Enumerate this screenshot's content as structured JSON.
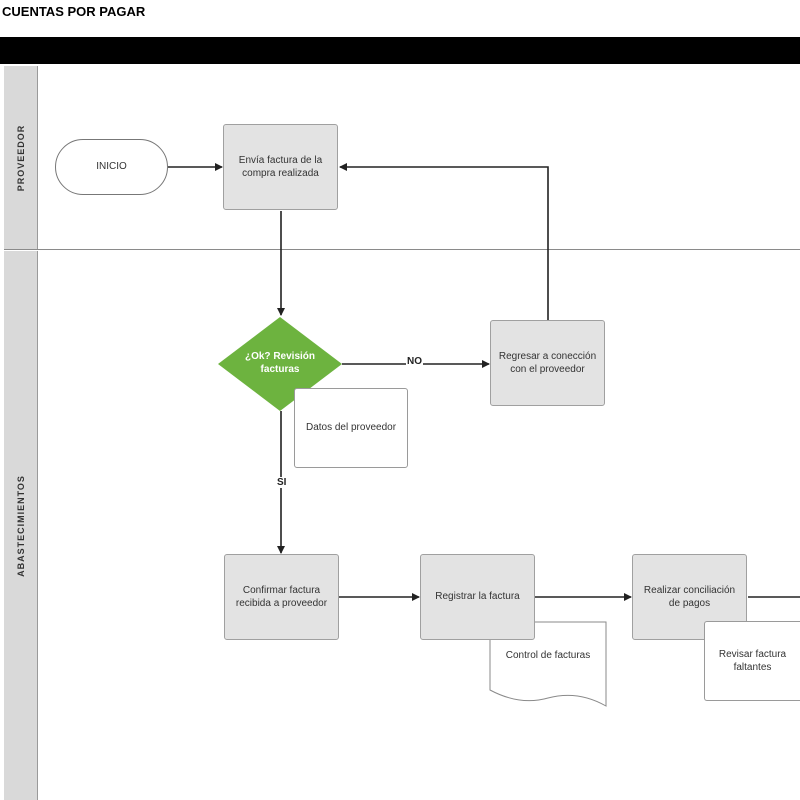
{
  "title": "CUENTAS POR PAGAR",
  "lanes": {
    "proveedor": "PROVEEDOR",
    "abastecimientos": "ABASTECIMIENTOS"
  },
  "nodes": {
    "inicio": "INICIO",
    "envia_factura": "Envía factura de la compra realizada",
    "revision": "¿Ok? Revisión facturas",
    "regresar": "Regresar a conección con el proveedor",
    "datos_proveedor": "Datos del proveedor",
    "confirmar": "Confirmar factura recibida a proveedor",
    "registrar": "Registrar la factura",
    "control": "Control de facturas",
    "conciliacion": "Realizar conciliación de pagos",
    "revisar_faltantes": "Revisar factura faltantes"
  },
  "edge_labels": {
    "no": "NO",
    "si": "SI"
  },
  "colors": {
    "decision": "#6db33f",
    "process_fill": "#e3e3e3",
    "header_bar": "#000000",
    "lane_header": "#d9d9d9"
  }
}
